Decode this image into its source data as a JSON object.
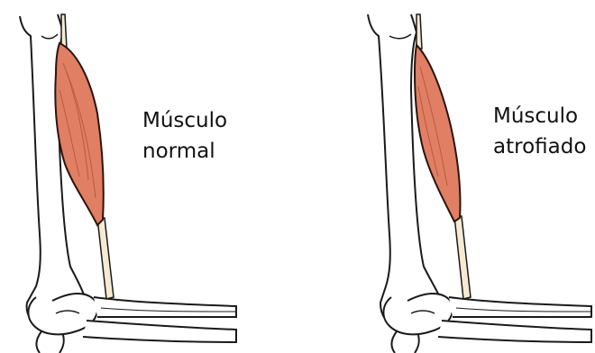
{
  "panels": [
    {
      "label_line1": "Músculo",
      "label_line2": "normal"
    },
    {
      "label_line1": "Músculo",
      "label_line2": "atrofiado"
    }
  ],
  "colors": {
    "muscle_fill": "#e07f63",
    "muscle_stroke": "#2a1410",
    "tendon_fill": "#f6ead2",
    "bone_fill": "#ffffff",
    "outline": "#1a1a1a"
  }
}
